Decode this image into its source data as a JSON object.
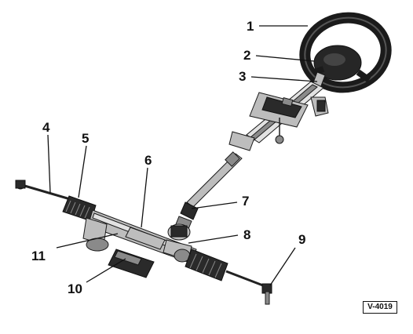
{
  "callouts": {
    "n1": "1",
    "n2": "2",
    "n3": "3",
    "n4": "4",
    "n5": "5",
    "n6": "6",
    "n7": "7",
    "n8": "8",
    "n9": "9",
    "n10": "10",
    "n11": "11"
  },
  "reference_code": "V-4019"
}
